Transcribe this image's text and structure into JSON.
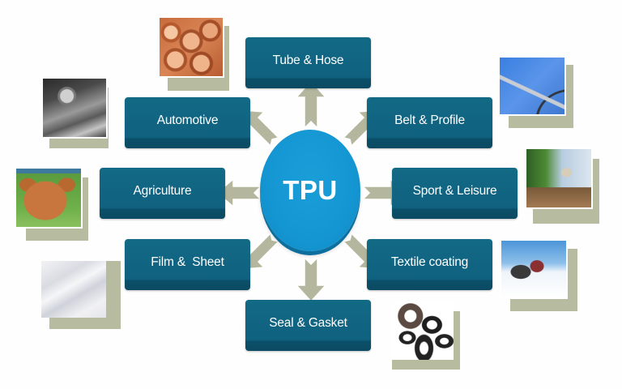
{
  "diagram": {
    "center": {
      "label": "TPU",
      "color": "#1496d2"
    },
    "box_color": "#0f6180",
    "arrow_color": "#b4b79d",
    "applications": [
      {
        "id": "tube-hose",
        "label": "Tube & Hose",
        "image": "orange-pipes"
      },
      {
        "id": "automotive",
        "label": "Automotive",
        "image": "car-window-switch-panel"
      },
      {
        "id": "belt-profile",
        "label": "Belt & Profile",
        "image": "conveyor-belt"
      },
      {
        "id": "agriculture",
        "label": "Agriculture",
        "image": "cow"
      },
      {
        "id": "sport-leisure",
        "label": "Sport & Leisure",
        "image": "runner-on-trail"
      },
      {
        "id": "film-sheet",
        "label": "Film &  Sheet",
        "image": "plastic-film-roll"
      },
      {
        "id": "textile-coating",
        "label": "Textile coating",
        "image": "mountain-climbers"
      },
      {
        "id": "seal-gasket",
        "label": "Seal & Gasket",
        "image": "rubber-rings"
      }
    ]
  }
}
